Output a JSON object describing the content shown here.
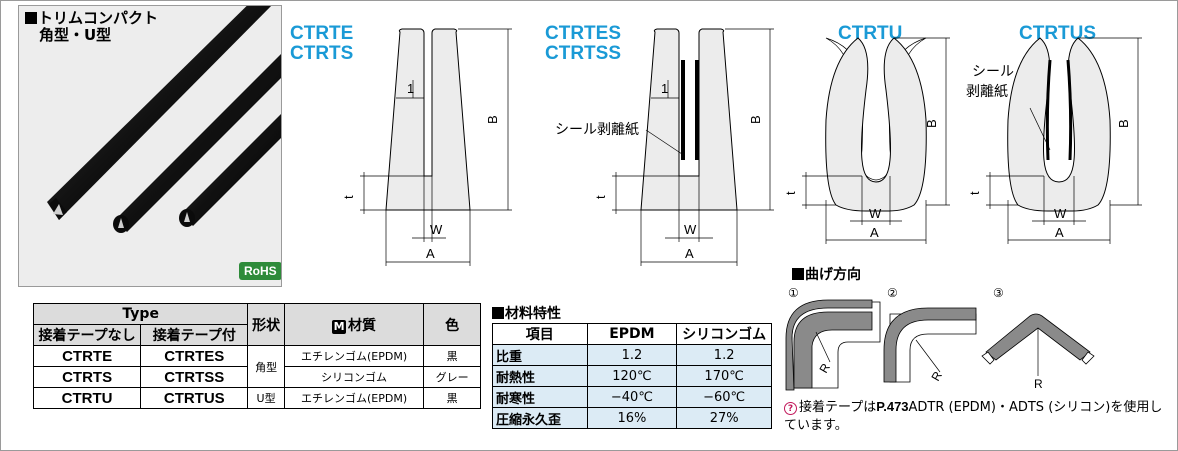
{
  "product": {
    "title_line1": "トリムコンパクト",
    "title_line2": "角型・U型",
    "rohs": "RoHS"
  },
  "drawings": {
    "ctrte": {
      "title1": "CTRTE",
      "title2": "CTRTS",
      "dim_1": "1",
      "dim_B": "B",
      "dim_t": "t",
      "dim_W": "W",
      "dim_A": "A"
    },
    "ctrtes": {
      "title1": "CTRTES",
      "title2": "CTRTSS",
      "seal_label": "シール剥離紙",
      "dim_1": "1",
      "dim_B": "B",
      "dim_t": "t",
      "dim_W": "W",
      "dim_A": "A"
    },
    "ctrtu": {
      "title": "CTRTU",
      "dim_B": "B",
      "dim_t": "t",
      "dim_W": "W",
      "dim_A": "A"
    },
    "ctrtus": {
      "title": "CTRTUS",
      "seal_label1": "シール",
      "seal_label2": "剥離紙",
      "dim_B": "B",
      "dim_t": "t",
      "dim_W": "W",
      "dim_A": "A"
    }
  },
  "spec_table": {
    "header_type": "Type",
    "header_no_tape": "接着テープなし",
    "header_with_tape": "接着テープ付",
    "header_shape": "形状",
    "header_material_icon": "M",
    "header_material": "材質",
    "header_color": "色",
    "rows": [
      {
        "no_tape": "CTRTE",
        "with_tape": "CTRTES",
        "shape": "角型",
        "material": "エチレンゴム(EPDM)",
        "color": "黒"
      },
      {
        "no_tape": "CTRTS",
        "with_tape": "CTRTSS",
        "material": "シリコンゴム",
        "color": "グレー"
      },
      {
        "no_tape": "CTRTU",
        "with_tape": "CTRTUS",
        "shape": "U型",
        "material": "エチレンゴム(EPDM)",
        "color": "黒"
      }
    ]
  },
  "material_props": {
    "title": "材料特性",
    "headers": [
      "項目",
      "EPDM",
      "シリコンゴム"
    ],
    "rows": [
      [
        "比重",
        "1.2",
        "1.2"
      ],
      [
        "耐熱性",
        "120℃",
        "170℃"
      ],
      [
        "耐寒性",
        "−40℃",
        "−60℃"
      ],
      [
        "圧縮永久歪",
        "16%",
        "27%"
      ]
    ]
  },
  "bending": {
    "title": "曲げ方向",
    "labels": [
      "①",
      "②",
      "③"
    ],
    "r": "R"
  },
  "note": {
    "prefix": "接着テープは",
    "page_ref": "P.473",
    "text": "ADTR (EPDM)・ADTS (シリコン)を使用しています。"
  }
}
